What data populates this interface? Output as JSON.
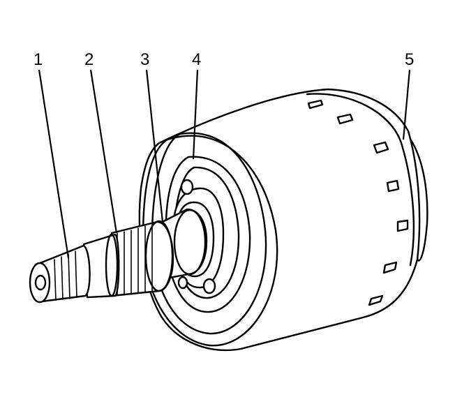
{
  "callouts": [
    {
      "id": "1",
      "text": "1"
    },
    {
      "id": "2",
      "text": "2"
    },
    {
      "id": "3",
      "text": "3"
    },
    {
      "id": "4",
      "text": "4"
    },
    {
      "id": "5",
      "text": "5"
    }
  ],
  "colors": {
    "line": "#000000",
    "background": "#ffffff"
  }
}
